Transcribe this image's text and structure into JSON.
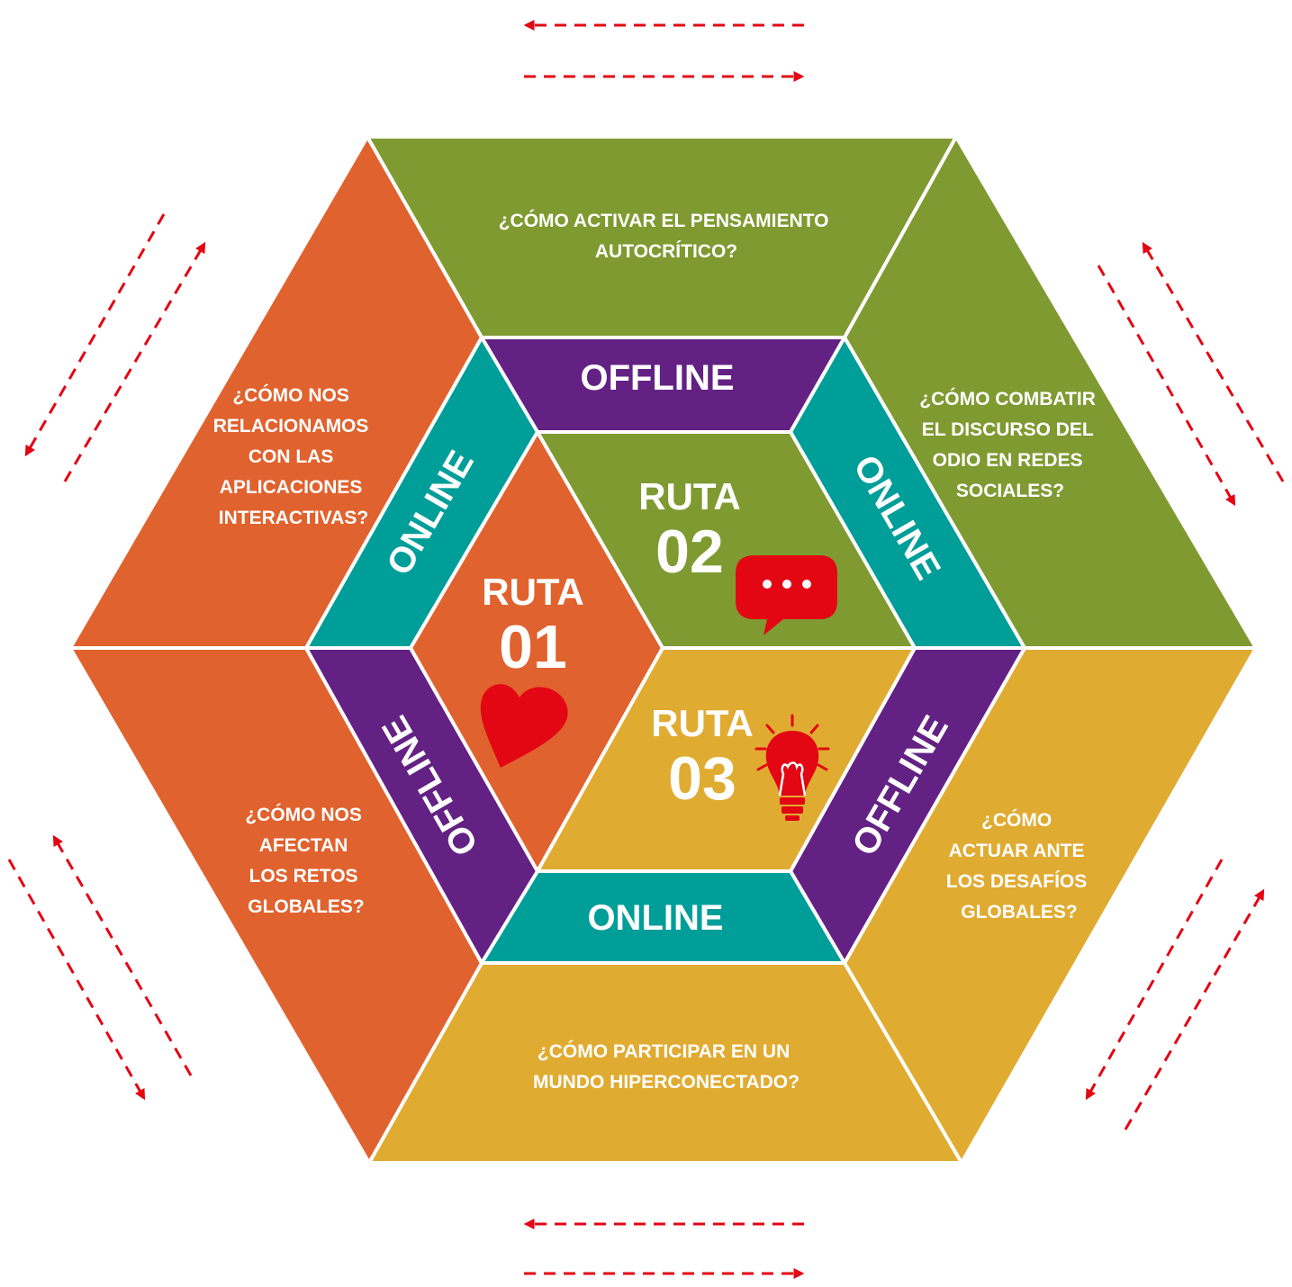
{
  "colors": {
    "orange": "#e0622e",
    "green": "#7f9a31",
    "yellow": "#e0ab31",
    "teal": "#009e99",
    "purple": "#632283",
    "red": "#e30613",
    "white": "#ffffff"
  },
  "outer": {
    "top": [
      "¿CÓMO ACTIVAR EL PENSAMIENTO",
      "AUTOCRÍTICO?"
    ],
    "upper_left": [
      "¿CÓMO NOS",
      "RELACIONAMOS",
      "CON LAS",
      "APLICACIONES",
      "INTERACTIVAS?"
    ],
    "upper_right": [
      "¿CÓMO COMBATIR",
      "EL DISCURSO DEL",
      "ODIO EN REDES",
      "SOCIALES?"
    ],
    "lower_left": [
      "¿CÓMO NOS",
      "AFECTAN",
      "LOS RETOS",
      "GLOBALES?"
    ],
    "lower_right": [
      "¿CÓMO",
      "ACTUAR ANTE",
      "LOS DESAFÍOS",
      "GLOBALES?"
    ],
    "bottom": [
      "¿CÓMO PARTICIPAR EN UN",
      "MUNDO HIPERCONECTADO?"
    ]
  },
  "bands": {
    "top": "OFFLINE",
    "upper_left": "ONLINE",
    "upper_right": "ONLINE",
    "lower_left": "OFFLINE",
    "lower_right": "OFFLINE",
    "bottom": "ONLINE"
  },
  "routes": [
    {
      "word": "RUTA",
      "number": "01",
      "icon": "heart-icon"
    },
    {
      "word": "RUTA",
      "number": "02",
      "icon": "speech-bubble-icon"
    },
    {
      "word": "RUTA",
      "number": "03",
      "icon": "lightbulb-icon"
    }
  ]
}
